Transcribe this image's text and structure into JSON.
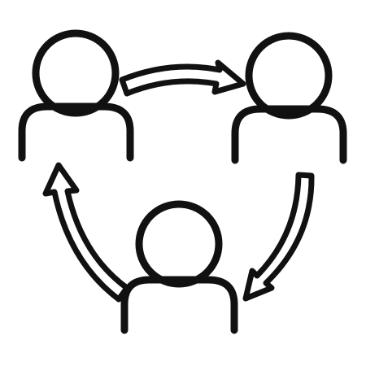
{
  "icon": {
    "name": "teamwork-cycle-icon",
    "stroke_color": "#111111",
    "background_color": "#ffffff",
    "people_count": 3,
    "arrow_count": 3,
    "arrow_direction": "clockwise"
  }
}
